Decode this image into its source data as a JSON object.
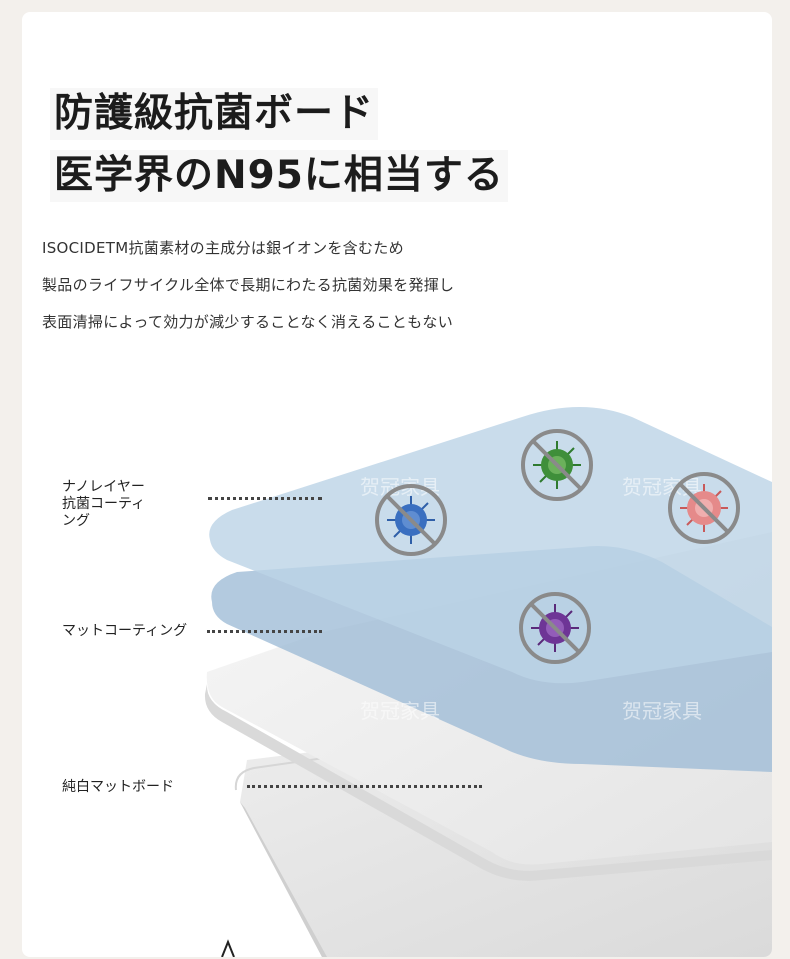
{
  "heading": {
    "line1": "防護級抗菌ボード",
    "line2": "医学界のN95に相当する"
  },
  "description": [
    "ISOCIDETM抗菌素材の主成分は銀イオンを含むため",
    "製品のライフサイクル全体で長期にわたる抗菌効果を発揮し",
    "表面清掃によって効力が減少することなく消えることもない"
  ],
  "layers": {
    "nano_coating": "ナノレイヤー\n抗菌コーティ\nング",
    "matte_coating": "マットコーティング",
    "white_board": "純白マットボード"
  },
  "watermark": "贺冠家具",
  "microbe_icons": [
    "blue-virus-icon",
    "green-virus-icon",
    "red-virus-icon",
    "purple-virus-icon"
  ],
  "colors": {
    "background": "#f3f0ec",
    "nano_layer": "#bcd3e6",
    "matte_layer": "#9dbbd6",
    "board": "#f2f2f2",
    "prohibit_ring": "#8a8a8a"
  }
}
